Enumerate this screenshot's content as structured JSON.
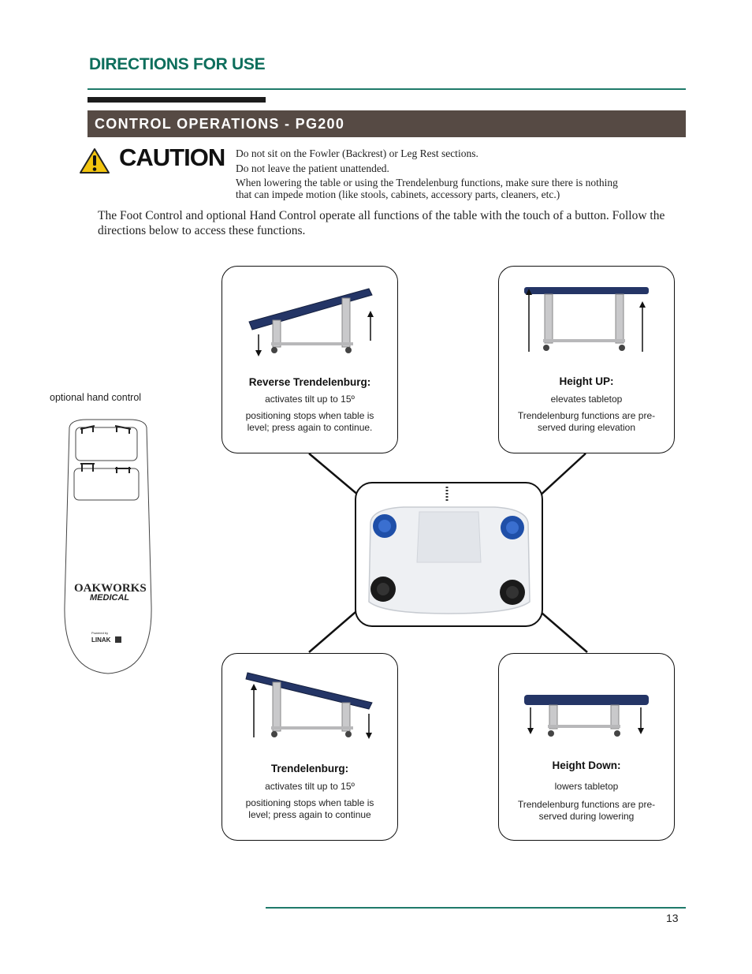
{
  "header": {
    "section_title": "DIRECTIONS FOR USE",
    "banner_title": "CONTROL OPERATIONS - PG200"
  },
  "caution": {
    "label": "CAUTION",
    "lines": [
      "Do not sit on the Fowler (Backrest) or Leg Rest sections.",
      "Do not leave the patient unattended.",
      "When lowering the table or using the Trendelenburg functions, make sure there is nothing",
      "that can impede motion (like stools, cabinets, accessory parts, cleaners, etc.)"
    ]
  },
  "intro": "The Foot Control and optional Hand Control operate all functions of the table with the touch of a button. Follow the directions below to access these functions.",
  "hand_control": {
    "label": "optional hand control",
    "brand_line1": "OAKWORKS",
    "brand_line2": "MEDICAL",
    "powered_by": "Powered by",
    "linak": "LINAK"
  },
  "cards": {
    "reverse_trendelenburg": {
      "title": "Reverse Trendelenburg:",
      "line1": "activates tilt up to 15º",
      "line2": "positioning stops when table is",
      "line3": "level; press again to continue."
    },
    "height_up": {
      "title": "Height UP:",
      "line1": "elevates tabletop",
      "line2": "Trendelenburg functions are pre-",
      "line3": "served during elevation"
    },
    "trendelenburg": {
      "title": "Trendelenburg:",
      "line1": "activates tilt up to 15º",
      "line2": "positioning stops when table is",
      "line3": "level; press again to continue"
    },
    "height_down": {
      "title": "Height Down:",
      "line1": "lowers tabletop",
      "line2": "Trendelenburg functions are pre-",
      "line3": "served during lowering"
    }
  },
  "colors": {
    "heading_green": "#0d6e5c",
    "banner_brown": "#564a44",
    "table_top_navy": "#243566",
    "pedal_blue": "#1f4fa8"
  },
  "footer": {
    "page_number": "13"
  }
}
